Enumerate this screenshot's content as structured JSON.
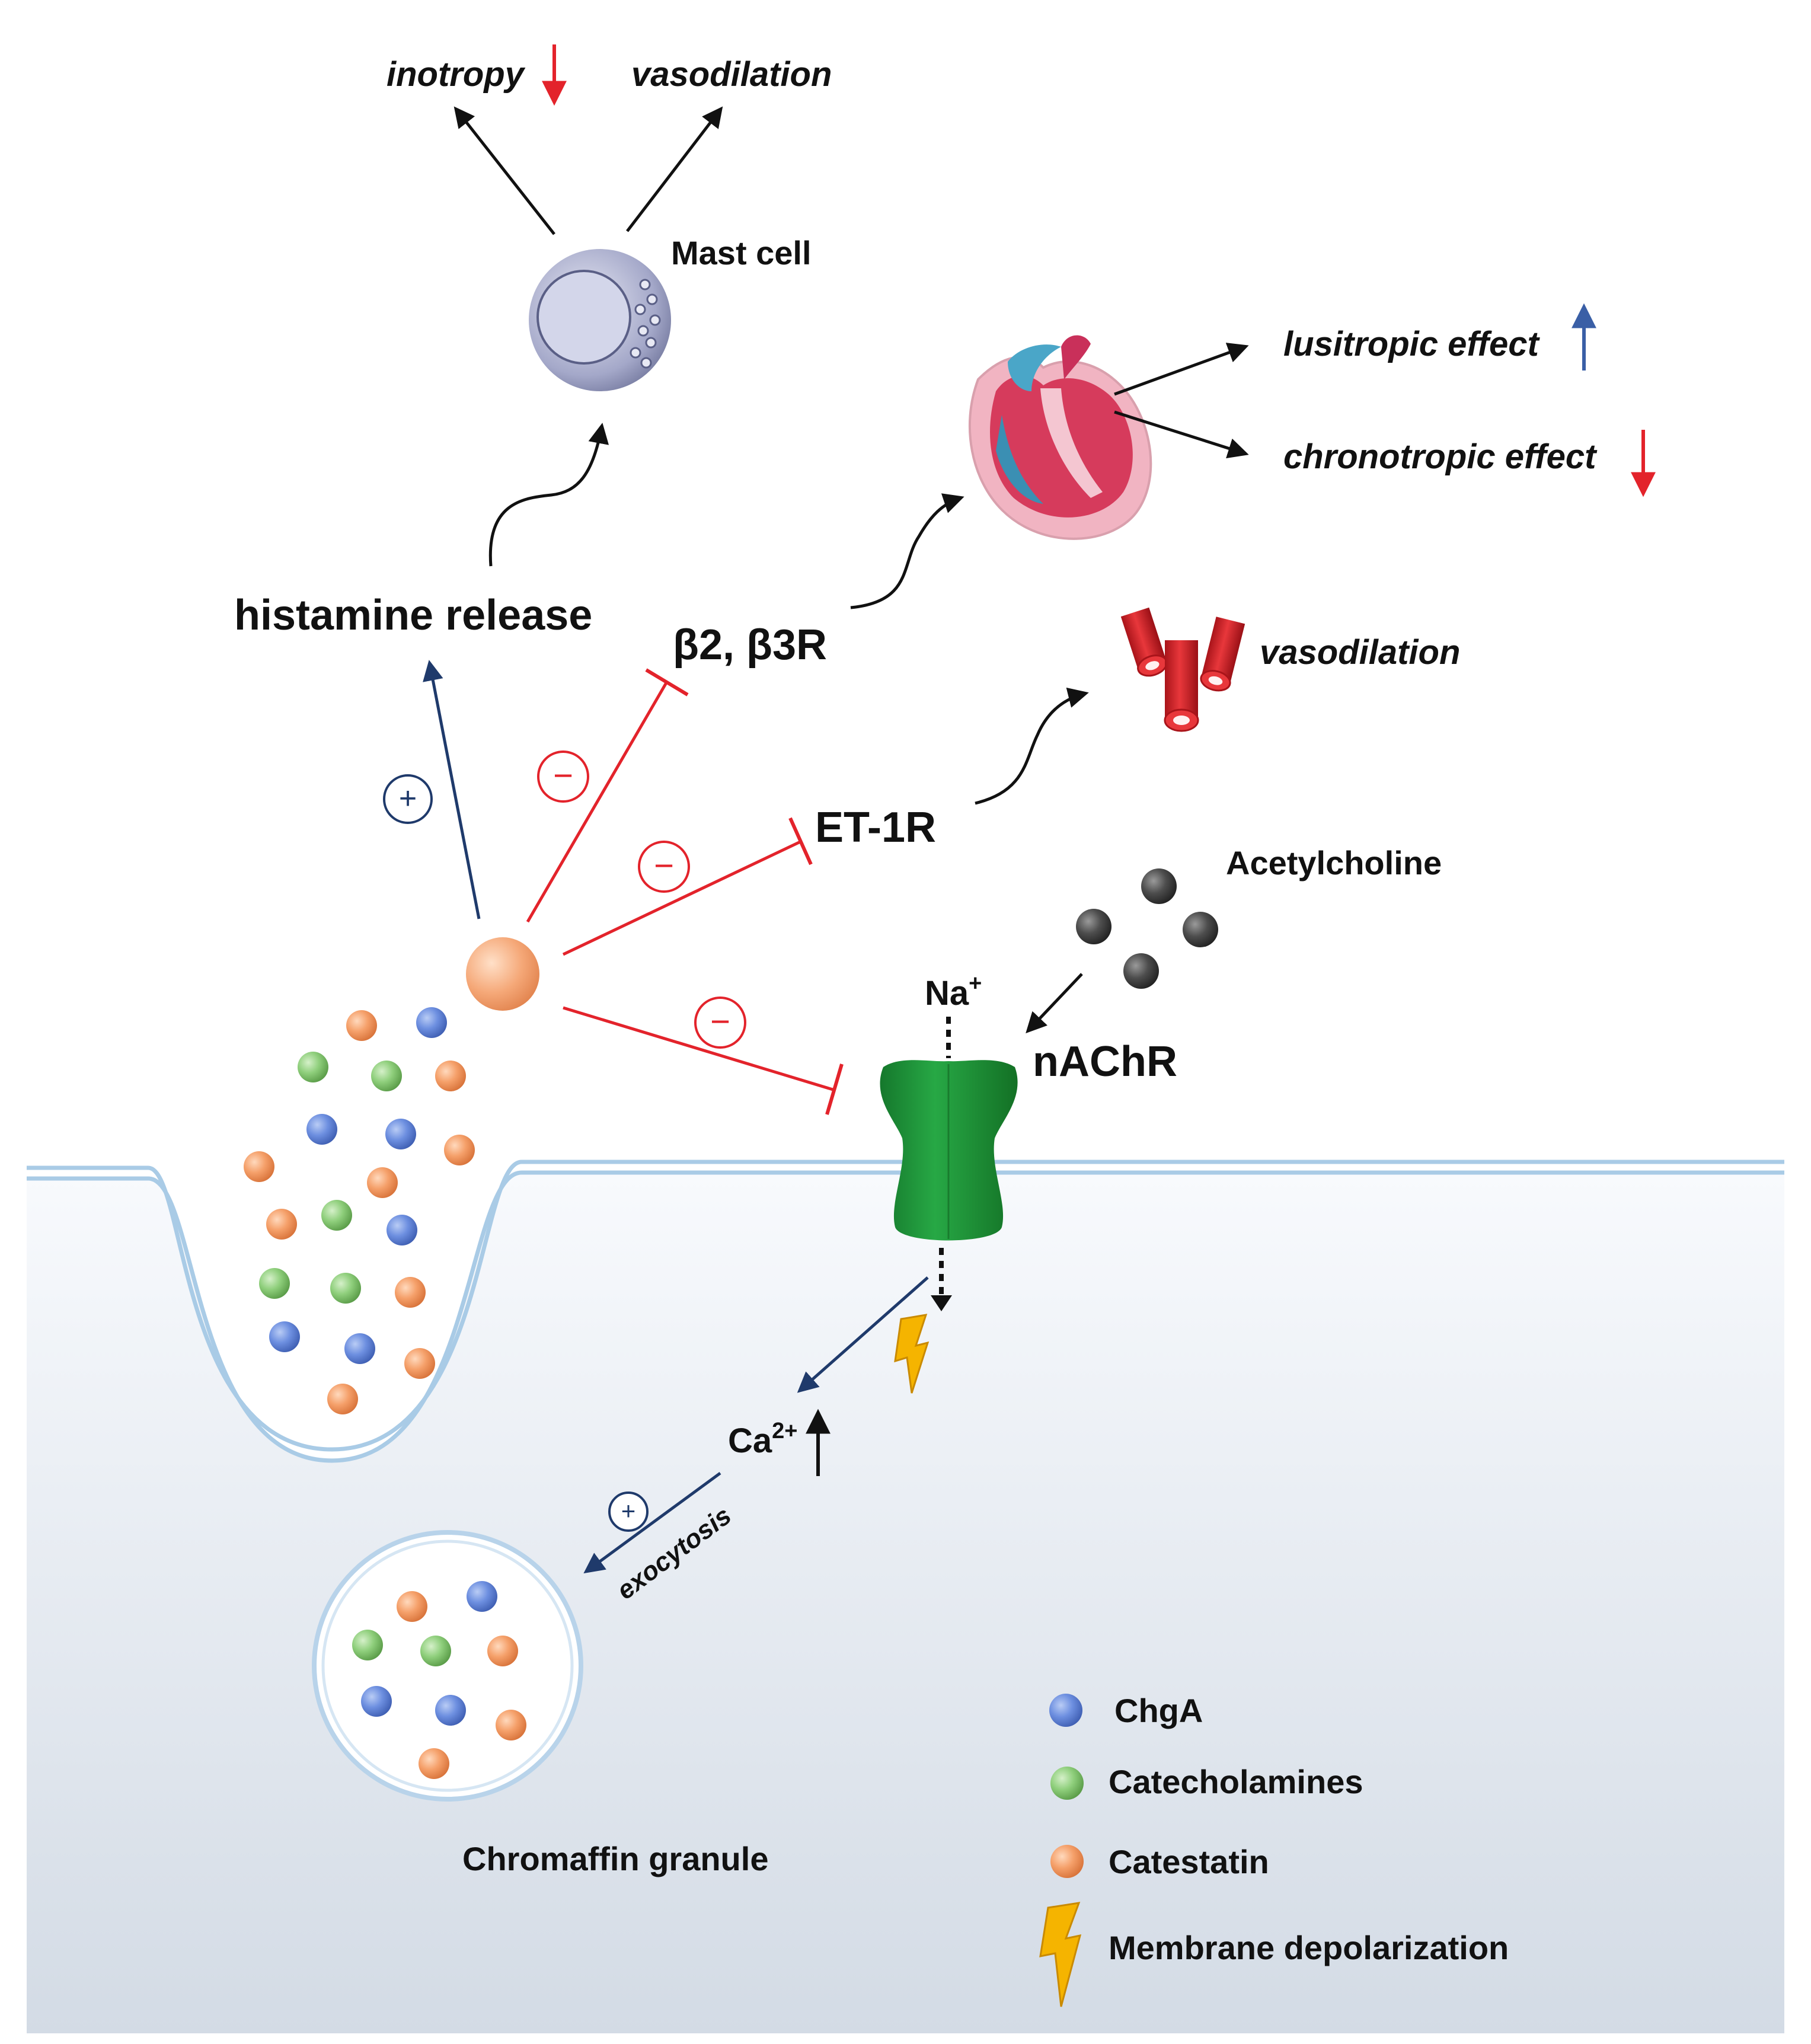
{
  "labels": {
    "inotropy": "inotropy",
    "vasodilation_top": "vasodilation",
    "mast_cell": "Mast cell",
    "lusitropic": "lusitropic effect",
    "chronotropic": "chronotropic effect",
    "histamine": "histamine release",
    "beta": "β2, β3R",
    "vasodilation_vessel": "vasodilation",
    "et1r": "ET-1R",
    "acetylcholine": "Acetylcholine",
    "na": "Na",
    "na_sup": "+",
    "nachr": "nAChR",
    "ca": "Ca",
    "ca_sup": "2+",
    "exocytosis": "exocytosis",
    "granule": "Chromaffin granule"
  },
  "signs": {
    "plus": "+",
    "minus": "−"
  },
  "legend": [
    {
      "label": "ChgA",
      "color": "#5b7fd6"
    },
    {
      "label": "Catecholamines",
      "color": "#7cc36b"
    },
    {
      "label": "Catestatin",
      "color": "#f0955a"
    },
    {
      "label": "Membrane depolarization",
      "color": "#f5b400",
      "icon": "lightning-bolt-icon"
    }
  ],
  "colors": {
    "inhibition": "#e3232b",
    "activation": "#1f3a6b",
    "decrease_arrow": "#e3232b",
    "increase_arrow": "#3a5fa6",
    "receptor": "#1f9a3a",
    "cytoplasm_top": "#f7f9fc",
    "cytoplasm_bottom": "#d4dce6",
    "membrane": "#a9cbe6"
  }
}
